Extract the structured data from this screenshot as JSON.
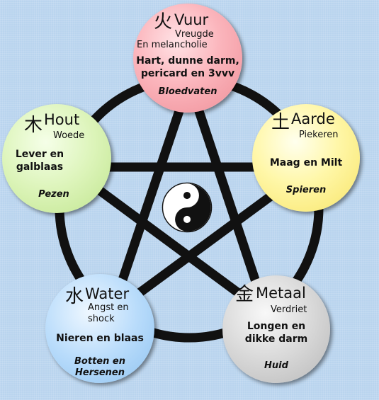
{
  "elements": {
    "fire": {
      "glyph": "火",
      "name": "Vuur",
      "emotion": "Vreugde",
      "emotion2": "En melancholie",
      "organ1": "Hart, dunne darm,",
      "organ2": "pericard en 3vvv",
      "tissue1": "Bloedvaten",
      "color": "#fbb5bc"
    },
    "earth": {
      "glyph": "土",
      "name": "Aarde",
      "emotion": "Piekeren",
      "organ1": "Maag en Milt",
      "tissue1": "Spieren",
      "color": "#fff7a8"
    },
    "metal": {
      "glyph": "金",
      "name": "Metaal",
      "emotion": "Verdriet",
      "organ1": "Longen en",
      "organ2": "dikke darm",
      "tissue1": "Huid",
      "color": "#d8d8d8"
    },
    "water": {
      "glyph": "水",
      "name": "Water",
      "emotion": "Angst en",
      "emotion2": "shock",
      "organ1": "Nieren en blaas",
      "tissue1": "Botten en",
      "tissue2": "Hersenen",
      "color": "#b9dcfb"
    },
    "wood": {
      "glyph": "木",
      "name": "Hout",
      "emotion": "Woede",
      "organ1": "Lever en",
      "organ2": "galblaas",
      "tissue1": "Pezen",
      "color": "#dcf4b9"
    }
  },
  "center_icon": "yin-yang-icon",
  "colors": {
    "background": "#b9d4ee",
    "lines": "#111111"
  }
}
